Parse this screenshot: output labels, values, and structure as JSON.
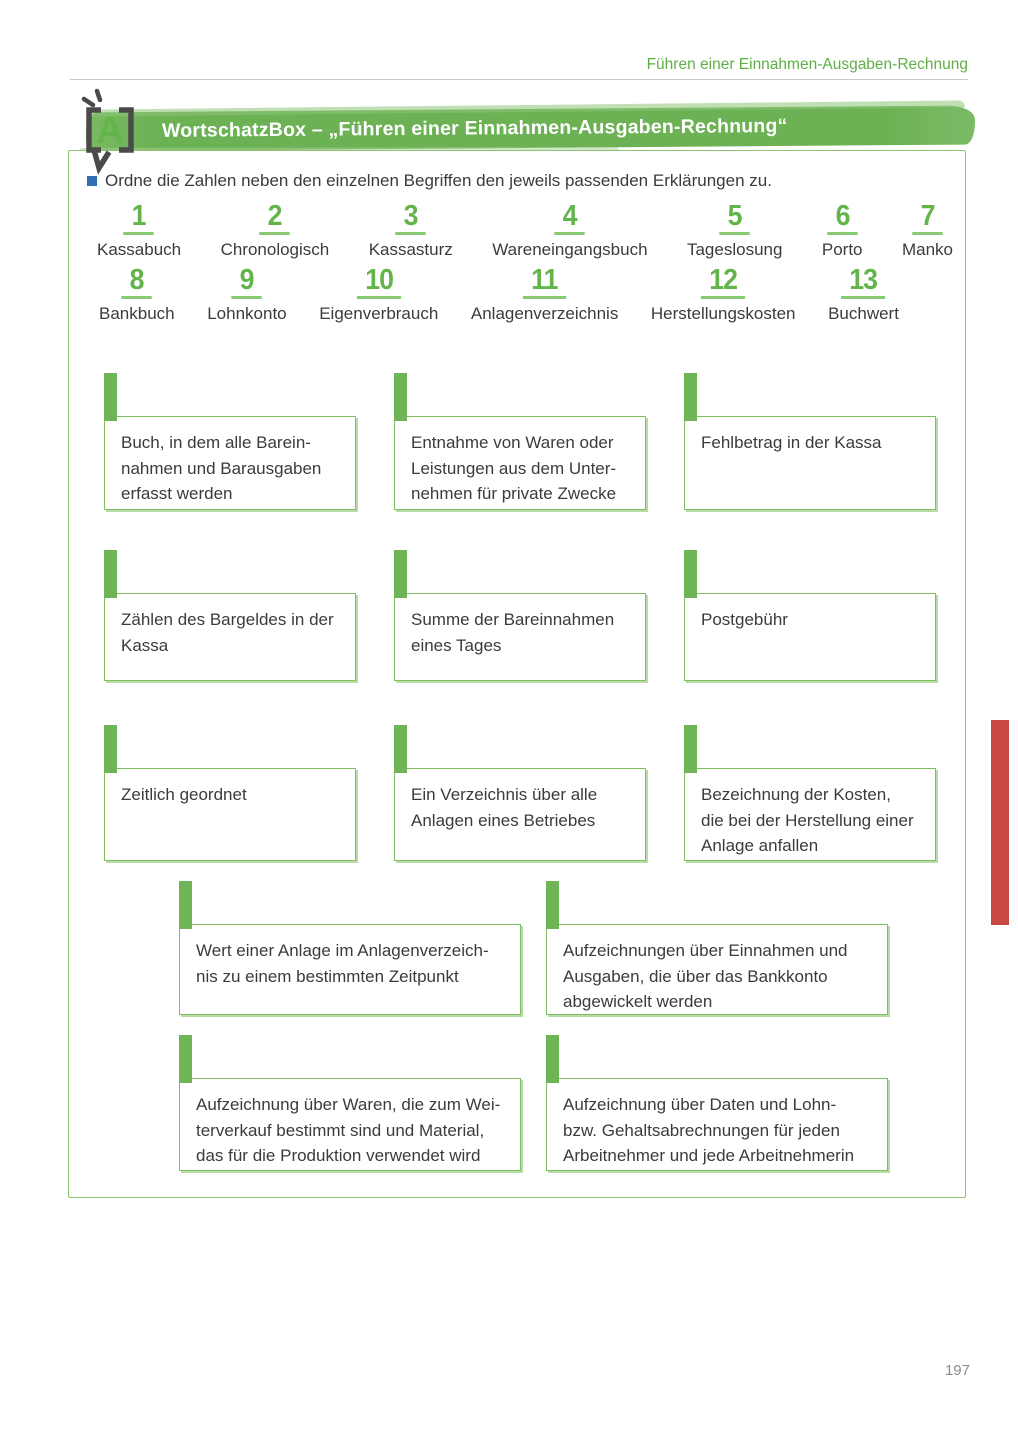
{
  "page": {
    "header": "Führen einer Einnahmen-Ausgaben-Rechnung",
    "page_number": "197"
  },
  "banner": {
    "icon_letter": "A",
    "title": "WortschatzBox – „Führen einer Einnahmen-Ausgaben-Rechnung“"
  },
  "task": {
    "instruction": "Ordne die Zahlen neben den einzelnen Begriffen den jeweils passenden Erklärungen zu."
  },
  "terms": {
    "row1": [
      {
        "number": "1",
        "label": "Kassabuch"
      },
      {
        "number": "2",
        "label": "Chronologisch"
      },
      {
        "number": "3",
        "label": "Kassasturz"
      },
      {
        "number": "4",
        "label": "Wareneingangsbuch"
      },
      {
        "number": "5",
        "label": "Tageslosung"
      },
      {
        "number": "6",
        "label": "Porto"
      },
      {
        "number": "7",
        "label": "Manko"
      }
    ],
    "row2": [
      {
        "number": "8",
        "label": "Bankbuch"
      },
      {
        "number": "9",
        "label": "Lohnkonto"
      },
      {
        "number": "10",
        "label": "Eigenverbrauch"
      },
      {
        "number": "11",
        "label": "Anlagenverzeichnis"
      },
      {
        "number": "12",
        "label": "Herstellungskosten"
      },
      {
        "number": "13",
        "label": "Buchwert"
      }
    ]
  },
  "cards": [
    {
      "text": "Buch, in dem alle Barein-\nnahmen und Barausgaben\nerfasst werden"
    },
    {
      "text": "Entnahme von Waren oder\nLeistungen aus dem Unter-\nnehmen für private Zwecke"
    },
    {
      "text": "Fehlbetrag in der Kassa"
    },
    {
      "text": "Zählen des Bargeldes in der\nKassa"
    },
    {
      "text": "Summe der Bareinnahmen\neines Tages"
    },
    {
      "text": "Postgebühr"
    },
    {
      "text": "Zeitlich geordnet"
    },
    {
      "text": "Ein Verzeichnis über alle\nAnlagen eines Betriebes"
    },
    {
      "text": "Bezeichnung der Kosten,\ndie bei der Herstellung einer\nAnlage anfallen"
    },
    {
      "text": "Wert einer Anlage im Anlagenverzeich-\nnis zu einem bestimmten Zeitpunkt"
    },
    {
      "text": "Aufzeichnungen über Einnahmen und\nAusgaben, die über das Bankkonto\nabgewickelt werden"
    },
    {
      "text": "Aufzeichnung über Waren, die zum Wei-\nterverkauf bestimmt sind und Material,\ndas für die Produktion verwendet wird"
    },
    {
      "text": "Aufzeichnung über Daten und Lohn-\nbzw. Gehaltsabrechnungen für jeden\nArbeitnehmer und jede Arbeitnehmerin"
    }
  ],
  "colors": {
    "banner_green": "#6db155",
    "accent_green": "#64b44c",
    "card_border_green": "#7fbd63",
    "tab_green": "#6fb457",
    "header_green": "#5fae46",
    "bullet_blue": "#2e6fb7",
    "side_tab_red": "#c94a45",
    "text_dark": "#3b3b3b",
    "page_number_gray": "#8c8c8c"
  }
}
